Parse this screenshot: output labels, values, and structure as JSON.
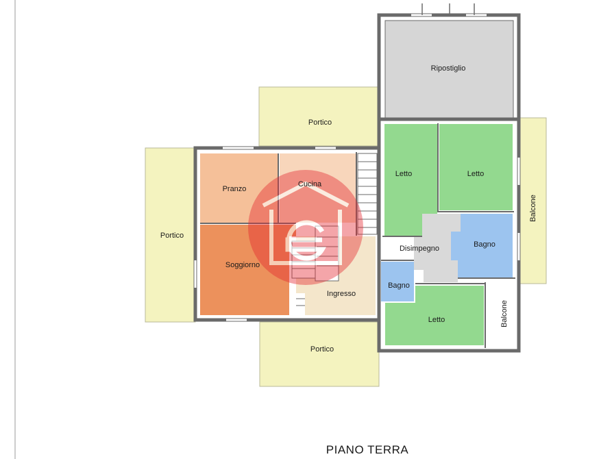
{
  "colors": {
    "portico": "#f4f3bf",
    "balcone": "#f4f3bf",
    "ripostiglio": "#d6d6d6",
    "letto": "#93d98f",
    "bagno": "#9cc4ef",
    "disimpegno": "#d9d9d9",
    "pranzo": "#f5c099",
    "cucina": "#f8d6bb",
    "soggiorno": "#ec915c",
    "ingresso": "#f4e6cb",
    "wall": "#6a6a6a",
    "watermark": "#e3262d"
  },
  "rooms": {
    "ripostiglio": "Ripostiglio",
    "portico_top": "Portico",
    "portico_left": "Portico",
    "portico_bottom": "Portico",
    "pranzo": "Pranzo",
    "cucina": "Cucina",
    "soggiorno": "Soggiorno",
    "ingresso": "Ingresso",
    "letto_1": "Letto",
    "letto_2": "Letto",
    "letto_3": "Letto",
    "disimpegno": "Disimpegno",
    "bagno_1": "Bagno",
    "bagno_2": "Bagno",
    "balcone_1": "Balcone",
    "balcone_2": "Balcone"
  },
  "title": "PIANO TERRA",
  "watermark_icon": "house-logo-icon"
}
